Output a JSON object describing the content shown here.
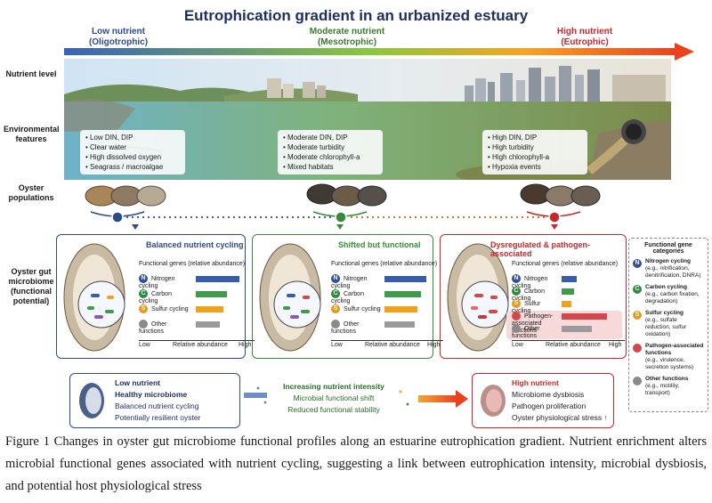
{
  "title": "Eutrophication gradient in an urbanized estuary",
  "levels": {
    "low": {
      "line1": "Low nutrient",
      "line2": "(Oligotrophic)"
    },
    "mid": {
      "line1": "Moderate nutrient",
      "line2": "(Mesotrophic)"
    },
    "high": {
      "line1": "High nutrient",
      "line2": "(Eutrophic)"
    }
  },
  "row_labels": {
    "nutrient": "Nutrient level",
    "environment": "Environmental features",
    "oyster": "Oyster populations",
    "microbiome": "Oyster gut microbiome (functional potential)"
  },
  "environment": {
    "low": [
      "Low DIN, DIP",
      "Clear water",
      "High dissolved oxygen",
      "Seagrass / macroalgae"
    ],
    "mid": [
      "Moderate DIN, DIP",
      "Moderate turbidity",
      "Moderate chlorophyll-a",
      "Mixed habitats"
    ],
    "high": [
      "High DIN, DIP",
      "High turbidity",
      "High chlorophyll-a",
      "Hypoxia events"
    ]
  },
  "panels": {
    "low": {
      "title": "Balanced nutrient cycling"
    },
    "mid": {
      "title": "Shifted but functional"
    },
    "high": {
      "title": "Dysregulated & pathogen-associated"
    }
  },
  "functional_header": "Functional genes (relative abundance)",
  "function_labels": {
    "nitrogen": "Nitrogen cycling",
    "carbon": "Carbon cycling",
    "sulfur": "Sulfur cycling",
    "pathogen": "Pathogen-associated functions",
    "other": "Other functions"
  },
  "axis": {
    "low": "Low",
    "label": "Relative abundance",
    "high": "High"
  },
  "abundance": {
    "low": {
      "nitrogen": 0.82,
      "carbon": 0.58,
      "sulfur": 0.52,
      "other": 0.45
    },
    "mid": {
      "nitrogen": 0.78,
      "carbon": 0.68,
      "sulfur": 0.62,
      "other": 0.56
    },
    "high": {
      "nitrogen": 0.26,
      "carbon": 0.22,
      "sulfur": 0.17,
      "pathogen": 0.78,
      "other": 0.52
    }
  },
  "bottom": {
    "low": {
      "l1": "Low nutrient",
      "l2": "Healthy microbiome",
      "l3": "Balanced nutrient cycling",
      "l4": "Potentially resilient oyster"
    },
    "mid": {
      "l1": "Increasing nutrient intensity",
      "l2": "Microbial functional shift",
      "l3": "Reduced functional stability"
    },
    "high": {
      "l1": "High nutrient",
      "l2": "Microbiome dysbiosis",
      "l3": "Pathogen proliferation",
      "l4": "Oyster physiological stress ↑"
    }
  },
  "legend": {
    "title": "Functional gene categories",
    "items": [
      {
        "badge": "N",
        "name": "Nitrogen cycling",
        "desc": "(e.g., nitrification, denitrification, DNRA)",
        "color": "#2f4f9a"
      },
      {
        "badge": "C",
        "name": "Carbon cycling",
        "desc": "(e.g., carbon fixation, degradation)",
        "color": "#2e8a3e"
      },
      {
        "badge": "S",
        "name": "Sulfur cycling",
        "desc": "(e.g., sulfate reduction, sulfur oxidation)",
        "color": "#e69a1a"
      },
      {
        "badge": "",
        "name": "Pathogen-associated functions",
        "desc": "(e.g., virulence, secretion systems)",
        "color": "#d2484b"
      },
      {
        "badge": "",
        "name": "Other functions",
        "desc": "(e.g., motility, transport)",
        "color": "#8a8a8a"
      }
    ]
  },
  "colors": {
    "nitrogen": "#3a5ba8",
    "carbon": "#3f9a4c",
    "sulfur": "#eea21f",
    "pathogen": "#d2484b",
    "other": "#9a9a9a",
    "low": "#2c4a8c",
    "mid": "#3a8a3a",
    "high": "#c8282c"
  },
  "caption": "Figure 1 Changes in oyster gut microbiome functional profiles along an estuarine eutrophication gradient. Nutrient enrichment alters microbial functional genes associated with nutrient cycling, suggesting a link between eutrophication intensity, microbial dysbiosis, and potential host physiological stress"
}
